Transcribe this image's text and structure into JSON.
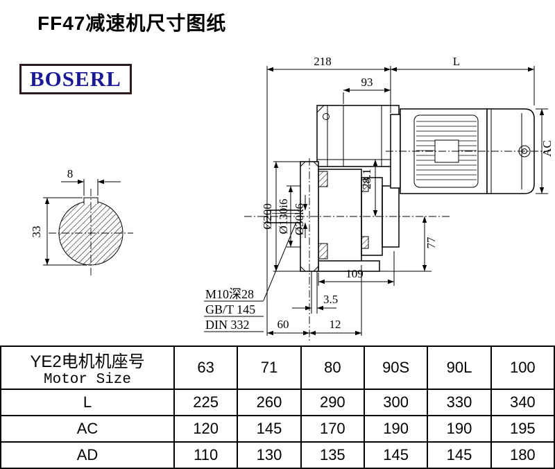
{
  "page": {
    "title": "FF47减速机尺寸图纸",
    "brand": "BOSERL"
  },
  "drawing": {
    "dim_218": "218",
    "dim_L": "L",
    "dim_93": "93",
    "dim_AC": "AC",
    "dim_8": "8",
    "dim_33": "33",
    "dim_d200": "Ø200",
    "dim_d130": "Ø130i6",
    "dim_d30": "Ø30k6",
    "dim_28_1": "28.1",
    "dim_77": "77",
    "dim_109": "109",
    "dim_3_5": "3.5",
    "dim_60": "60",
    "dim_12": "12",
    "note_thread": "M10深28",
    "note_gb": "GB/T 145",
    "note_din": "DIN 332"
  },
  "table": {
    "header_cn": "YE2电机机座号",
    "header_en": "Motor Size",
    "sizes": [
      "63",
      "71",
      "80",
      "90S",
      "90L",
      "100"
    ],
    "rows": [
      {
        "label": "L",
        "values": [
          "225",
          "260",
          "290",
          "300",
          "330",
          "340"
        ]
      },
      {
        "label": "AC",
        "values": [
          "120",
          "145",
          "170",
          "190",
          "190",
          "195"
        ]
      },
      {
        "label": "AD",
        "values": [
          "110",
          "130",
          "135",
          "145",
          "145",
          "180"
        ]
      }
    ]
  }
}
